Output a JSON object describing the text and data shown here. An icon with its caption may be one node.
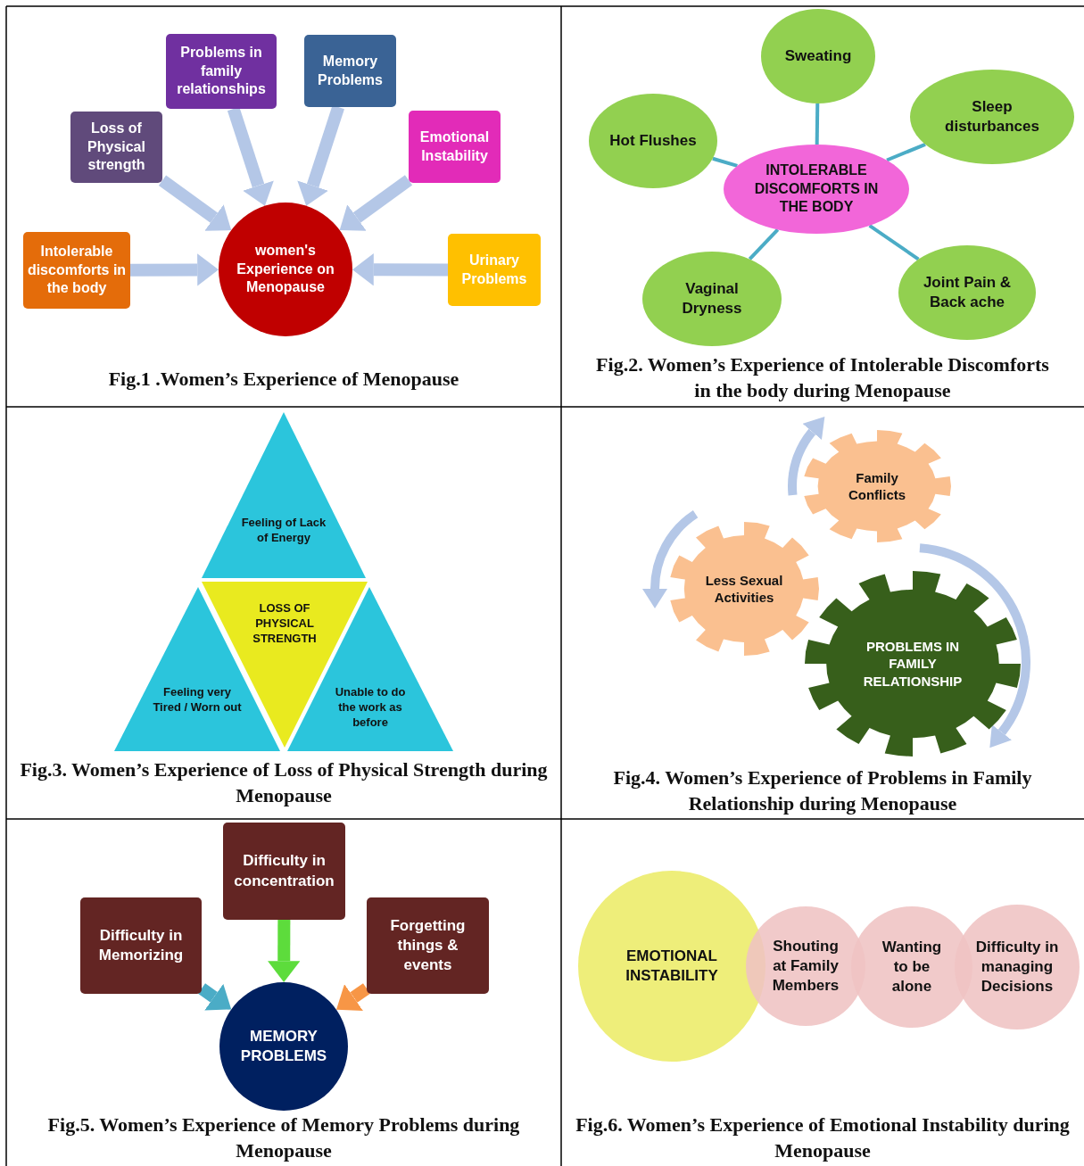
{
  "diagram": {
    "nodes": [
      {
        "text": [
          "women's Experience on Menopause"
        ]
      },
      {
        "text": [
          "Problems in family relationships"
        ]
      },
      {
        "text": [
          "Memory Problems"
        ]
      },
      {
        "text": [
          "Loss of Physical strength"
        ]
      },
      {
        "text": [
          "Emotional Instability"
        ]
      },
      {
        "text": [
          "Intolerable discomforts in the body"
        ]
      },
      {
        "text": [
          "Urinary Problems"
        ]
      },
      {
        "text": [
          "INTOLERABLE DISCOMFORTS IN THE BODY"
        ]
      },
      {
        "text": [
          "Sweating"
        ]
      },
      {
        "text": [
          "Hot Flushes"
        ]
      },
      {
        "text": [
          "Sleep disturbances"
        ]
      },
      {
        "text": [
          "Vaginal Dryness"
        ]
      },
      {
        "text": [
          "Joint Pain & Back ache"
        ]
      },
      {
        "text": [
          "Feeling of Lack of Energy"
        ]
      },
      {
        "text": [
          "LOSS OF PHYSICAL STRENGTH"
        ]
      },
      {
        "text": [
          "Feeling very Tired / Worn out"
        ]
      },
      {
        "text": [
          "Unable to do the work as before"
        ]
      },
      {
        "text": [
          "Family Conflicts"
        ]
      },
      {
        "text": [
          "Less Sexual Activities"
        ]
      },
      {
        "text": [
          "PROBLEMS IN FAMILY RELATIONSHIP"
        ]
      },
      {
        "text": [
          "Difficulty in concentration"
        ]
      },
      {
        "text": [
          "Difficulty in Memorizing"
        ]
      },
      {
        "text": [
          "Forgetting things & events"
        ]
      },
      {
        "text": [
          "MEMORY PROBLEMS"
        ]
      },
      {
        "text": [
          "EMOTIONAL INSTABILITY"
        ]
      },
      {
        "text": [
          "Shouting at Family Members"
        ]
      },
      {
        "text": [
          "Wanting to be alone"
        ]
      },
      {
        "text": [
          "Difficulty in managing Decisions"
        ]
      }
    ],
    "edges": [
      {
        "from": 1,
        "to": 0,
        "arrow": "to"
      },
      {
        "from": 2,
        "to": 0,
        "arrow": "to"
      },
      {
        "from": 3,
        "to": 0,
        "arrow": "to"
      },
      {
        "from": 4,
        "to": 0,
        "arrow": "to"
      },
      {
        "from": 5,
        "to": 0,
        "arrow": "to"
      },
      {
        "from": 6,
        "to": 0,
        "arrow": "to"
      },
      {
        "from": 7,
        "to": 8,
        "arrow": "none",
        "color": "#4bacc6"
      },
      {
        "from": 7,
        "to": 9,
        "arrow": "none",
        "color": "#4bacc6"
      },
      {
        "from": 7,
        "to": 10,
        "arrow": "none",
        "color": "#4bacc6"
      },
      {
        "from": 7,
        "to": 11,
        "arrow": "none",
        "color": "#4bacc6"
      },
      {
        "from": 7,
        "to": 12,
        "arrow": "none",
        "color": "#4bacc6"
      },
      {
        "from": 20,
        "to": 23,
        "arrow": "to",
        "color": "#5ddc3c"
      },
      {
        "from": 21,
        "to": 23,
        "arrow": "to",
        "color": "#4bacc6"
      },
      {
        "from": 22,
        "to": 23,
        "arrow": "to",
        "color": "#f79646"
      }
    ],
    "labels": [
      "Fig.1 .Women’s Experience of Menopause",
      "Fig.2. Women’s Experience of Intolerable Discomforts in the body during Menopause",
      "Fig.3. Women’s Experience of Loss of Physical Strength during Menopause",
      "Fig.4. Women’s Experience of Problems in Family Relationship during Menopause",
      "Fig.5. Women’s Experience of Memory Problems during Menopause",
      "Fig.6. Women’s Experience of Emotional Instability during Menopause"
    ]
  }
}
